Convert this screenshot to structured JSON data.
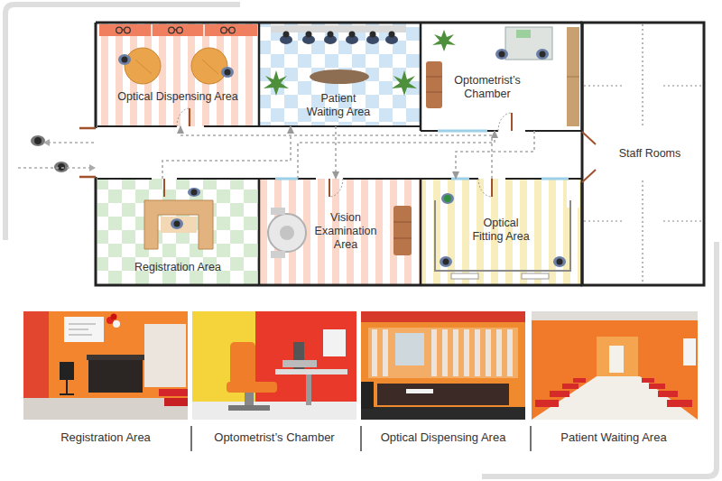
{
  "diagram": {
    "nodes": [
      {
        "text": [
          "Optical Dispensing Area"
        ]
      },
      {
        "text": [
          "Patient Waiting Area"
        ]
      },
      {
        "text": [
          "Optometrist’s Chamber"
        ]
      },
      {
        "text": [
          "Staff Rooms"
        ]
      },
      {
        "text": [
          "Registration Area"
        ]
      },
      {
        "text": [
          "Vision Examination Area"
        ]
      },
      {
        "text": [
          "Optical Fitting Area"
        ]
      }
    ],
    "edges": [
      {
        "from": 4,
        "to": 1,
        "arrow": "to"
      },
      {
        "from": 1,
        "to": 5,
        "arrow": "to"
      },
      {
        "from": 5,
        "to": 2,
        "arrow": "to"
      },
      {
        "from": 2,
        "to": 6,
        "arrow": "to"
      },
      {
        "from": 6,
        "to": 0,
        "arrow": "to"
      }
    ],
    "labels": [
      "Registration Area",
      "Optometrist’s Chamber",
      "Optical Dispensing Area",
      "Patient Waiting Area"
    ]
  }
}
